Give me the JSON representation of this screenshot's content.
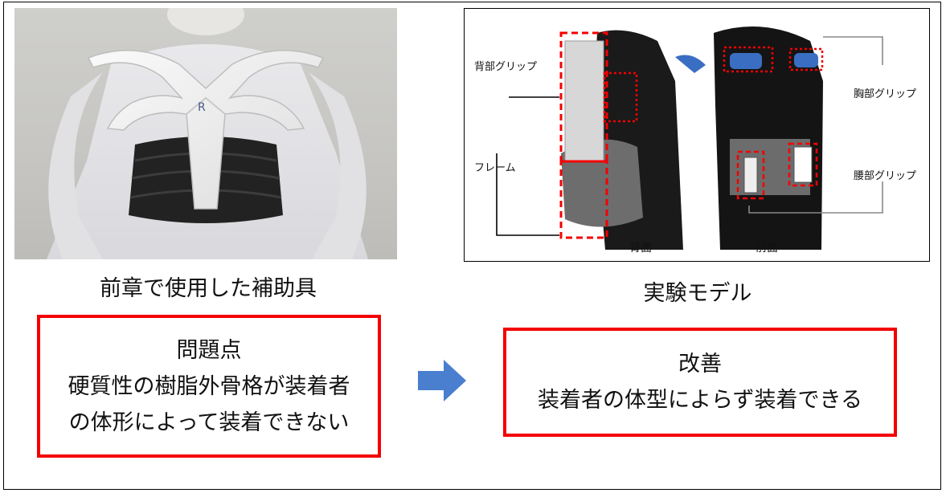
{
  "left_panel": {
    "caption": "前章で使用した補助具"
  },
  "right_panel": {
    "caption": "実験モデル",
    "labels": {
      "back_grip": "背部グリップ",
      "chest_grip": "胸部グリップ",
      "frame": "フレーム",
      "waist_grip": "腰部グリップ",
      "back_view": "背面",
      "front_view": "前面"
    }
  },
  "problem_box": {
    "title": "問題点",
    "line1": "硬質性の樹脂外骨格が装着者",
    "line2": "の体形によって装着できない"
  },
  "improvement_box": {
    "title": "改善",
    "line1": "装着者の体型によらず装着できる"
  },
  "colors": {
    "highlight_red": "#f40000",
    "arrow_blue": "#4a7fd0"
  }
}
